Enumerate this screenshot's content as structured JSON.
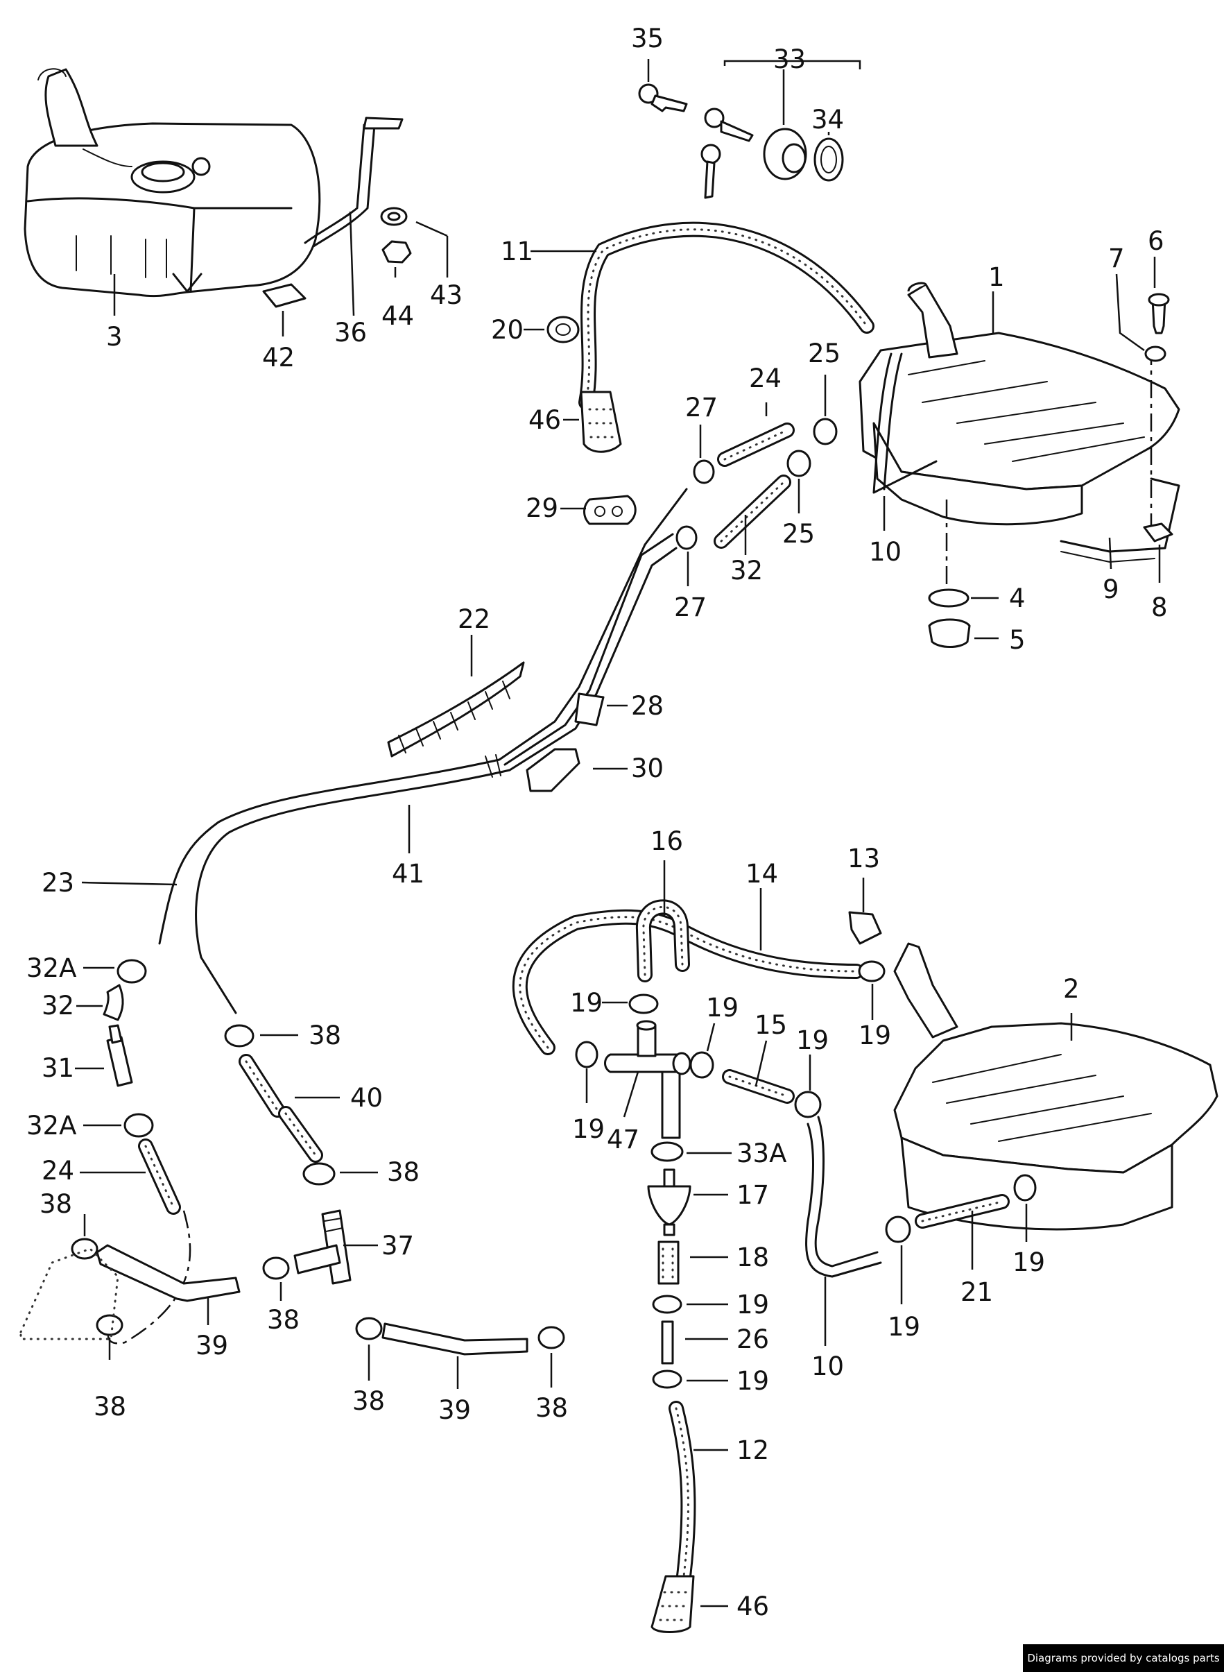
{
  "diagram": {
    "callouts": [
      {
        "id": "c35",
        "text": "35"
      },
      {
        "id": "c33",
        "text": "33"
      },
      {
        "id": "c34",
        "text": "34"
      },
      {
        "id": "c1",
        "text": "1"
      },
      {
        "id": "c6",
        "text": "6"
      },
      {
        "id": "c7",
        "text": "7"
      },
      {
        "id": "c11",
        "text": "11"
      },
      {
        "id": "c20",
        "text": "20"
      },
      {
        "id": "c46a",
        "text": "46"
      },
      {
        "id": "c3",
        "text": "3"
      },
      {
        "id": "c42",
        "text": "42"
      },
      {
        "id": "c36",
        "text": "36"
      },
      {
        "id": "c44",
        "text": "44"
      },
      {
        "id": "c43",
        "text": "43"
      },
      {
        "id": "c25a",
        "text": "25"
      },
      {
        "id": "c24a",
        "text": "24"
      },
      {
        "id": "c27a",
        "text": "27"
      },
      {
        "id": "c29",
        "text": "29"
      },
      {
        "id": "c25b",
        "text": "25"
      },
      {
        "id": "c32a",
        "text": "32"
      },
      {
        "id": "c27b",
        "text": "27"
      },
      {
        "id": "c10a",
        "text": "10"
      },
      {
        "id": "c9",
        "text": "9"
      },
      {
        "id": "c8",
        "text": "8"
      },
      {
        "id": "c4",
        "text": "4"
      },
      {
        "id": "c5",
        "text": "5"
      },
      {
        "id": "c22",
        "text": "22"
      },
      {
        "id": "c28",
        "text": "28"
      },
      {
        "id": "c30",
        "text": "30"
      },
      {
        "id": "c41",
        "text": "41"
      },
      {
        "id": "c23",
        "text": "23"
      },
      {
        "id": "c32A1",
        "text": "32A"
      },
      {
        "id": "c32b",
        "text": "32"
      },
      {
        "id": "c31",
        "text": "31"
      },
      {
        "id": "c32A2",
        "text": "32A"
      },
      {
        "id": "c24b",
        "text": "24"
      },
      {
        "id": "c38a",
        "text": "38"
      },
      {
        "id": "c38b",
        "text": "38"
      },
      {
        "id": "c39a",
        "text": "39"
      },
      {
        "id": "c38c",
        "text": "38"
      },
      {
        "id": "c40",
        "text": "40"
      },
      {
        "id": "c38d",
        "text": "38"
      },
      {
        "id": "c37",
        "text": "37"
      },
      {
        "id": "c38e",
        "text": "38"
      },
      {
        "id": "c38f",
        "text": "38"
      },
      {
        "id": "c39b",
        "text": "39"
      },
      {
        "id": "c38g",
        "text": "38"
      },
      {
        "id": "c16",
        "text": "16"
      },
      {
        "id": "c14",
        "text": "14"
      },
      {
        "id": "c13",
        "text": "13"
      },
      {
        "id": "c2",
        "text": "2"
      },
      {
        "id": "c19a",
        "text": "19"
      },
      {
        "id": "c19b",
        "text": "19"
      },
      {
        "id": "c15",
        "text": "15"
      },
      {
        "id": "c19c",
        "text": "19"
      },
      {
        "id": "c19d",
        "text": "19"
      },
      {
        "id": "c19e",
        "text": "19"
      },
      {
        "id": "c47",
        "text": "47"
      },
      {
        "id": "c33A",
        "text": "33A"
      },
      {
        "id": "c17",
        "text": "17"
      },
      {
        "id": "c19f",
        "text": "19"
      },
      {
        "id": "c21",
        "text": "21"
      },
      {
        "id": "c19g",
        "text": "19"
      },
      {
        "id": "c18",
        "text": "18"
      },
      {
        "id": "c19h",
        "text": "19"
      },
      {
        "id": "c26",
        "text": "26"
      },
      {
        "id": "c19i",
        "text": "19"
      },
      {
        "id": "c10b",
        "text": "10"
      },
      {
        "id": "c12",
        "text": "12"
      },
      {
        "id": "c46b",
        "text": "46"
      }
    ]
  },
  "credit": "Diagrams provided by catalogs parts"
}
